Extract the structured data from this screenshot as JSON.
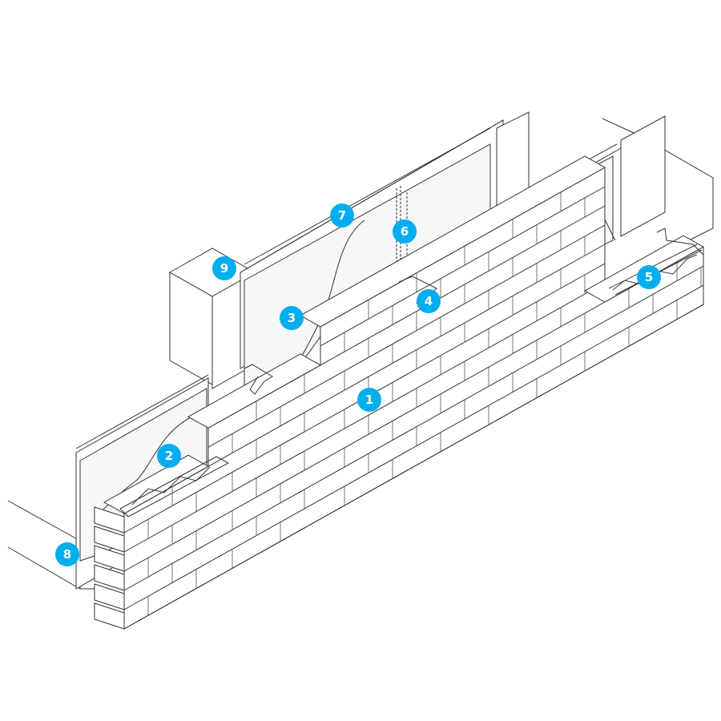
{
  "badge_color": "#00aeef",
  "callouts": [
    {
      "number": "1"
    },
    {
      "number": "2"
    },
    {
      "number": "3"
    },
    {
      "number": "4"
    },
    {
      "number": "5"
    },
    {
      "number": "6"
    },
    {
      "number": "7"
    },
    {
      "number": "8"
    },
    {
      "number": "9"
    }
  ]
}
